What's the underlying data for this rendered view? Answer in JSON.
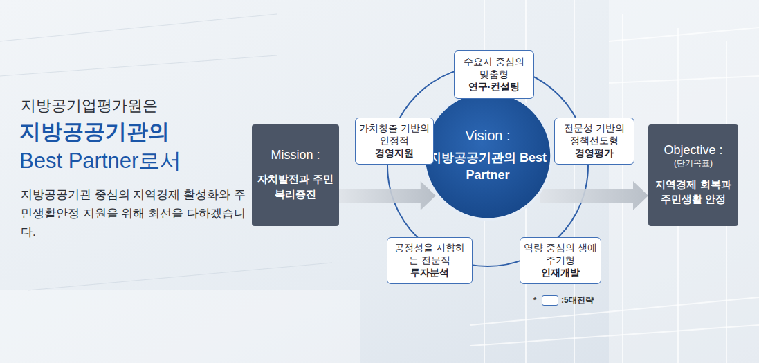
{
  "diagram": {
    "nodes": [
      {
        "text": [
          "Mission :",
          "자치발전과 주민복리증진"
        ]
      },
      {
        "text": [
          "Vision :",
          "지방공공기관의 Best Partner"
        ]
      },
      {
        "text": [
          "수요자 중심의 맞춤형",
          "연구·컨설팅"
        ]
      },
      {
        "text": [
          "전문성 기반의 정책선도형",
          "경영평가"
        ]
      },
      {
        "text": [
          "역량 중심의 생애주기형",
          "인재개발"
        ]
      },
      {
        "text": [
          "공정성을 지향하는 전문적",
          "투자분석"
        ]
      },
      {
        "text": [
          "가치창출 기반의 안정적",
          "경영지원"
        ]
      },
      {
        "text": [
          "Objective :",
          "(단기목표)",
          "지역경제 회복과 주민생활 안정"
        ]
      }
    ],
    "edges": [
      {
        "from": 0,
        "to": 1,
        "arrow": "to"
      },
      {
        "from": 1,
        "to": 7,
        "arrow": "to"
      }
    ],
    "labels": [
      "지방공기업평가원은",
      "지방공공기관의",
      "Best Partner로서",
      "지방공공기관 중심의 지역경제 활성화와 주민생활안정 지원을 위해 최선을 다하겠습니다.",
      "*"
    ],
    "legend": [
      {
        "text": ":5대전략"
      }
    ]
  }
}
